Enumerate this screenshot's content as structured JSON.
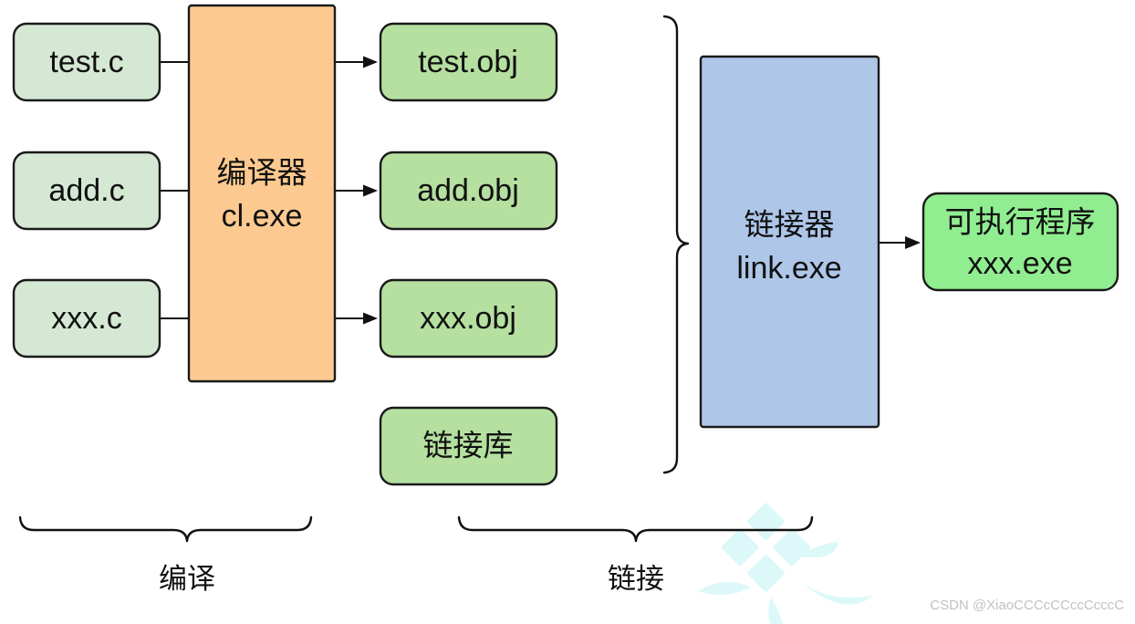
{
  "diagram": {
    "title": "C program compilation and linking process",
    "colors": {
      "source_box": "#d5e8d4",
      "object_box": "#b5e0a0",
      "compiler_box": "#fcca90",
      "linker_box": "#aec6e8",
      "executable_box": "#90ee90",
      "stroke": "#111111",
      "watermark": "#d7f7f7",
      "credit": "#c2c2c2"
    },
    "source_files": [
      {
        "label": "test.c"
      },
      {
        "label": "add.c"
      },
      {
        "label": "xxx.c"
      }
    ],
    "compiler": {
      "line1": "编译器",
      "line2": "cl.exe"
    },
    "object_files": [
      {
        "label": "test.obj"
      },
      {
        "label": "add.obj"
      },
      {
        "label": "xxx.obj"
      }
    ],
    "library": {
      "label": "链接库"
    },
    "linker": {
      "line1": "链接器",
      "line2": "link.exe"
    },
    "executable": {
      "line1": "可执行程序",
      "line2": "xxx.exe"
    },
    "stages": [
      {
        "label": "编译"
      },
      {
        "label": "链接"
      }
    ],
    "credit": "CSDN @XiaoCCCcCCccCcccC"
  }
}
